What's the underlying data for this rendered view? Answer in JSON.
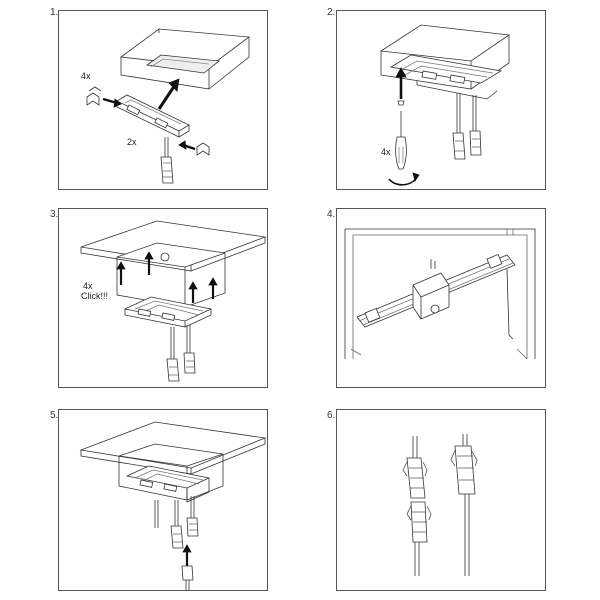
{
  "steps": [
    {
      "number": "1."
    },
    {
      "number": "2."
    },
    {
      "number": "3."
    },
    {
      "number": "4."
    },
    {
      "number": "5."
    },
    {
      "number": "6."
    }
  ],
  "labels": {
    "step1_clips": "4x",
    "step1_connectors": "2x",
    "step2_screws": "4x",
    "step3_count": "4x",
    "step3_click": "Click!!!"
  },
  "colors": {
    "line": "#333333",
    "arrow": "#111111",
    "panel_border": "#555555"
  }
}
